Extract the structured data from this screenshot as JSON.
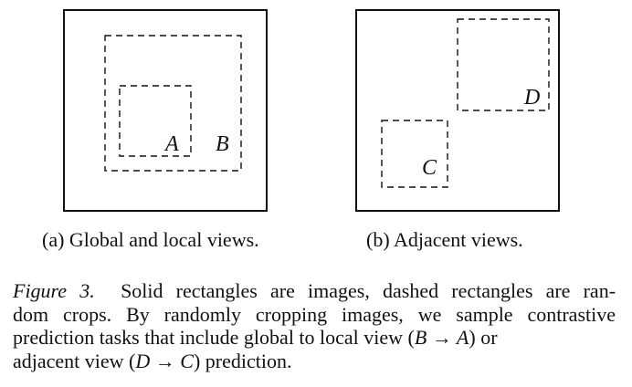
{
  "panels": [
    {
      "subcaption": "(a) Global and local views.",
      "crop_labels": [
        "A",
        "B"
      ]
    },
    {
      "subcaption": "(b) Adjacent views.",
      "crop_labels": [
        "C",
        "D"
      ]
    }
  ],
  "caption": {
    "figure_label": "Figure 3.",
    "line1": "Solid rectangles are images, dashed rectangles are ran-",
    "line2": "dom crops. By randomly cropping images, we sample contrastive",
    "line3_a": "prediction tasks that include global to local view (",
    "line3_math": "B → A",
    "line3_b": ") or",
    "line4_a": "adjacent view (",
    "line4_math": "D → C",
    "line4_b": ") prediction."
  }
}
